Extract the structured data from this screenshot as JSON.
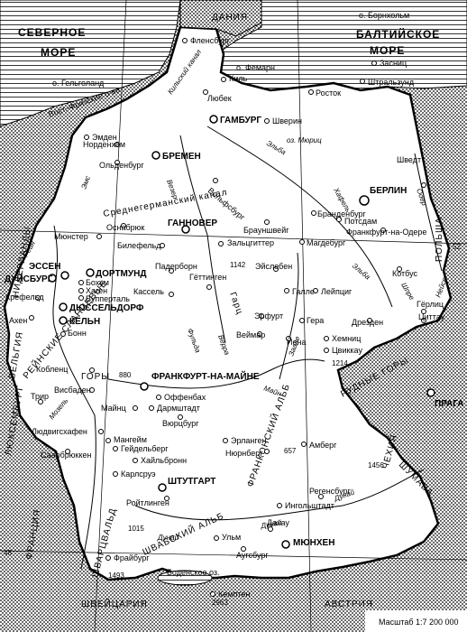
{
  "seas": {
    "north_sea_1": "СЕВЕРНОЕ",
    "north_sea_2": "МОРЕ",
    "baltic_1": "БАЛТИЙСКОЕ",
    "baltic_2": "МОРЕ"
  },
  "countries": {
    "denmark": "ДАНИЯ",
    "poland": "ПОЛЬША",
    "czech": "ЧЕХИЯ",
    "switzerland": "ШВЕЙЦАРИЯ",
    "austria": "АВСТРИЯ",
    "france": "ФРАНЦИЯ",
    "netherlands": "НИДЕРЛАНДЫ",
    "belgium": "БЕЛЬГИЯ",
    "luxembourg": "ЛЮКСЕМБУРГ"
  },
  "islands": {
    "bornholm": "о. Борнхольм",
    "fehmarn": "о. Фемарн",
    "helgoland": "о. Гельголанд",
    "frisian": "Вост.-Фризские о-ва",
    "bodensee": "Боденское оз."
  },
  "canals": {
    "kiel": "Кильский канал",
    "mittelland": "Среднегерманский канал"
  },
  "mountains": {
    "harz": "Гарц",
    "rhine_slate": "РЕЙНСКИЕ СЛАНЦЕВЫЕ",
    "rhine_slate_2": "ГОРЫ",
    "ore": "РУДНЫЕ ГОРЫ",
    "swabian": "ШВАБСКИЙ АЛЬБ",
    "franconian": "ФРАНКОНСКИЙ АЛЬБ",
    "black_forest": "ШВАРЦВАЛЬД",
    "sumava": "ШУМАВА"
  },
  "rivers": {
    "elbe": "Эльба",
    "elbe_2": "Эльба",
    "weser": "Везер",
    "ems": "Эмс",
    "rhine": "Рейн",
    "main": "Майн",
    "danube": "Дунай",
    "danube_2": "Дунай",
    "danube_3": "Дунай",
    "oder": "Одер",
    "neisse": "Нейсе",
    "saale": "Заале",
    "fulda": "Фульда",
    "werra": "Верра",
    "mosel": "Мозель",
    "havel": "Хафель",
    "spree": "Шпре",
    "muritz": "оз. Мюриц"
  },
  "elevations": {
    "e1142": "1142",
    "e880": "880",
    "e1214": "1214",
    "e657": "657",
    "e1456": "1456",
    "e1015": "1015",
    "e1493": "1493",
    "e2963": "2963"
  },
  "grid": {
    "lat52": "52",
    "lat48": "48"
  },
  "major_cities": {
    "hamburg": "ГАМБУРГ",
    "bremen": "БРЕМЕН",
    "berlin": "БЕРЛИН",
    "hannover": "ГАННОВЕР",
    "essen": "ЭССЕН",
    "duisburg": "ДУЙСБУРГ",
    "dortmund": "ДОРТМУНД",
    "dusseldorf": "ДЮССЕЛЬДОРФ",
    "koln": "КЁЛЬН",
    "frankfurt": "ФРАНКФУРТ-НА-МАЙНЕ",
    "stuttgart": "ШТУТГАРТ",
    "munich": "МЮНХЕН",
    "prague": "ПРАГА"
  },
  "cities": {
    "flensburg": "Фленсбург",
    "kiel": "Киль",
    "lubeck": "Любек",
    "rostock": "Росток",
    "stralsund": "Штральзунд",
    "sassnitz": "Засниц",
    "schwerin": "Шверин",
    "emden": "Эмден",
    "norden": "Норденхам",
    "oldenburg": "Ольденбург",
    "wolfsburg": "Вольфсбург",
    "braunschweig": "Брауншвейг",
    "brandenburg": "Бранденбург",
    "potsdam": "Потсдам",
    "frankfurt_oder": "Франкфурт-на-Одере",
    "schwedt": "Шведт",
    "osnabruck": "Оснабрюк",
    "munster": "Мюнстер",
    "bielefeld": "Билефельд",
    "salzgitter": "Зальцгиттер",
    "magdeburg": "Магдебург",
    "paderborn": "Падерборн",
    "eisleben": "Эйслебен",
    "cottbus": "Котбус",
    "bochum": "Бохум",
    "hagen": "Хаген",
    "wuppertal": "Вупперталь",
    "krefeld": "Крефельд",
    "aachen": "Ахен",
    "bonn": "Бонн",
    "kassel": "Кассель",
    "gottingen": "Гёттинген",
    "halle": "Галле",
    "leipzig": "Лейпциг",
    "erfurt": "Эрфурт",
    "weimar": "Веймар",
    "jena": "Йена",
    "gera": "Гера",
    "dresden": "Дрезден",
    "chemnitz": "Хемниц",
    "zwickau": "Цвиккау",
    "gorlitz": "Гёрлиц",
    "zittau": "Циттау",
    "koblenz": "Кобленц",
    "wiesbaden": "Висбаден",
    "mainz": "Майнц",
    "offenbach": "Оффенбах",
    "darmstadt": "Дармштадт",
    "wurzburg": "Вюрцбург",
    "trier": "Трир",
    "ludwigshafen": "Людвигсхафен",
    "mannheim": "Мангейм",
    "heidelberg": "Гейдельберг",
    "erlangen": "Эрланген",
    "nurnberg": "Нюрнберг",
    "amberg": "Амберг",
    "heilbronn": "Хайльбронн",
    "saarbrucken": "Саарбрюккен",
    "karlsruhe": "Карлсруэ",
    "regensburg": "Регенсбург",
    "ingolstadt": "Ингольштадт",
    "reutlingen": "Ройтлинген",
    "ulm": "Ульм",
    "augsburg": "Аугсбург",
    "dachau": "Дахау",
    "freiburg": "Фрайбург",
    "kempten": "Кемптен"
  },
  "scale": "Масштаб 1:7 200 000"
}
